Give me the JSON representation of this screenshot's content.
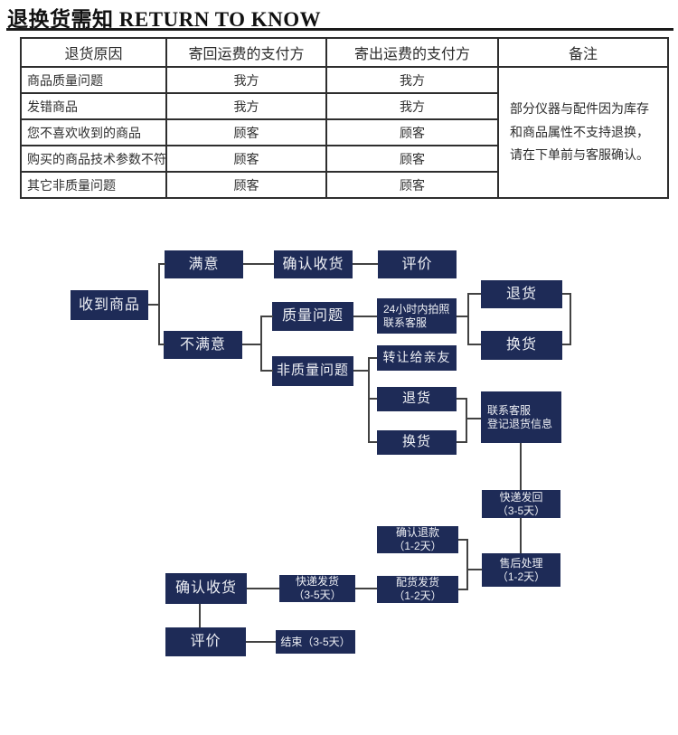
{
  "title": "退换货需知 RETURN TO KNOW",
  "colors": {
    "node_background": "#1e2b57",
    "node_text": "#eef0f5",
    "connector_line": "#424242",
    "table_border": "#2e2e2e",
    "title_text": "#111111"
  },
  "table": {
    "headers": [
      "退货原因",
      "寄回运费的支付方",
      "寄出运费的支付方",
      "备注"
    ],
    "rows": [
      {
        "reason": "商品质量问题",
        "return_payer": "我方",
        "outbound_payer": "我方"
      },
      {
        "reason": "发错商品",
        "return_payer": "我方",
        "outbound_payer": "我方"
      },
      {
        "reason": "您不喜欢收到的商品",
        "return_payer": "顾客",
        "outbound_payer": "顾客"
      },
      {
        "reason": "购买的商品技术参数不符",
        "return_payer": "顾客",
        "outbound_payer": "顾客"
      },
      {
        "reason": "其它非质量问题",
        "return_payer": "顾客",
        "outbound_payer": "顾客"
      }
    ],
    "note": "部分仪器与配件因为库存和商品属性不支持退换，请在下单前与客服确认。"
  },
  "flowchart": {
    "received": "收到商品",
    "satisfied": "满意",
    "confirm_receipt_top": "确认收货",
    "review_top": "评价",
    "quality_issue": "质量问题",
    "photo_24h": [
      "24小时内拍照",
      "联系客服"
    ],
    "unsatisfied": "不满意",
    "non_quality_issue": "非质量问题",
    "transfer_to_friends": "转让给亲友",
    "return_a": "退货",
    "exchange_a": "换货",
    "return_b": "退货",
    "exchange_b": "换货",
    "contact_service": [
      "联系客服",
      "登记退货信息"
    ],
    "express_return": [
      "快递发回",
      "（3-5天）"
    ],
    "after_sales": [
      "售后处理",
      "（1-2天）"
    ],
    "confirm_refund": [
      "确认退款",
      "（1-2天）"
    ],
    "dispatch_ship": [
      "配货发货",
      "（1-2天）"
    ],
    "express_ship": [
      "快递发货",
      "（3-5天）"
    ],
    "confirm_receipt_bottom": "确认收货",
    "review_bottom": "评价",
    "end": "结束（3-5天）"
  }
}
